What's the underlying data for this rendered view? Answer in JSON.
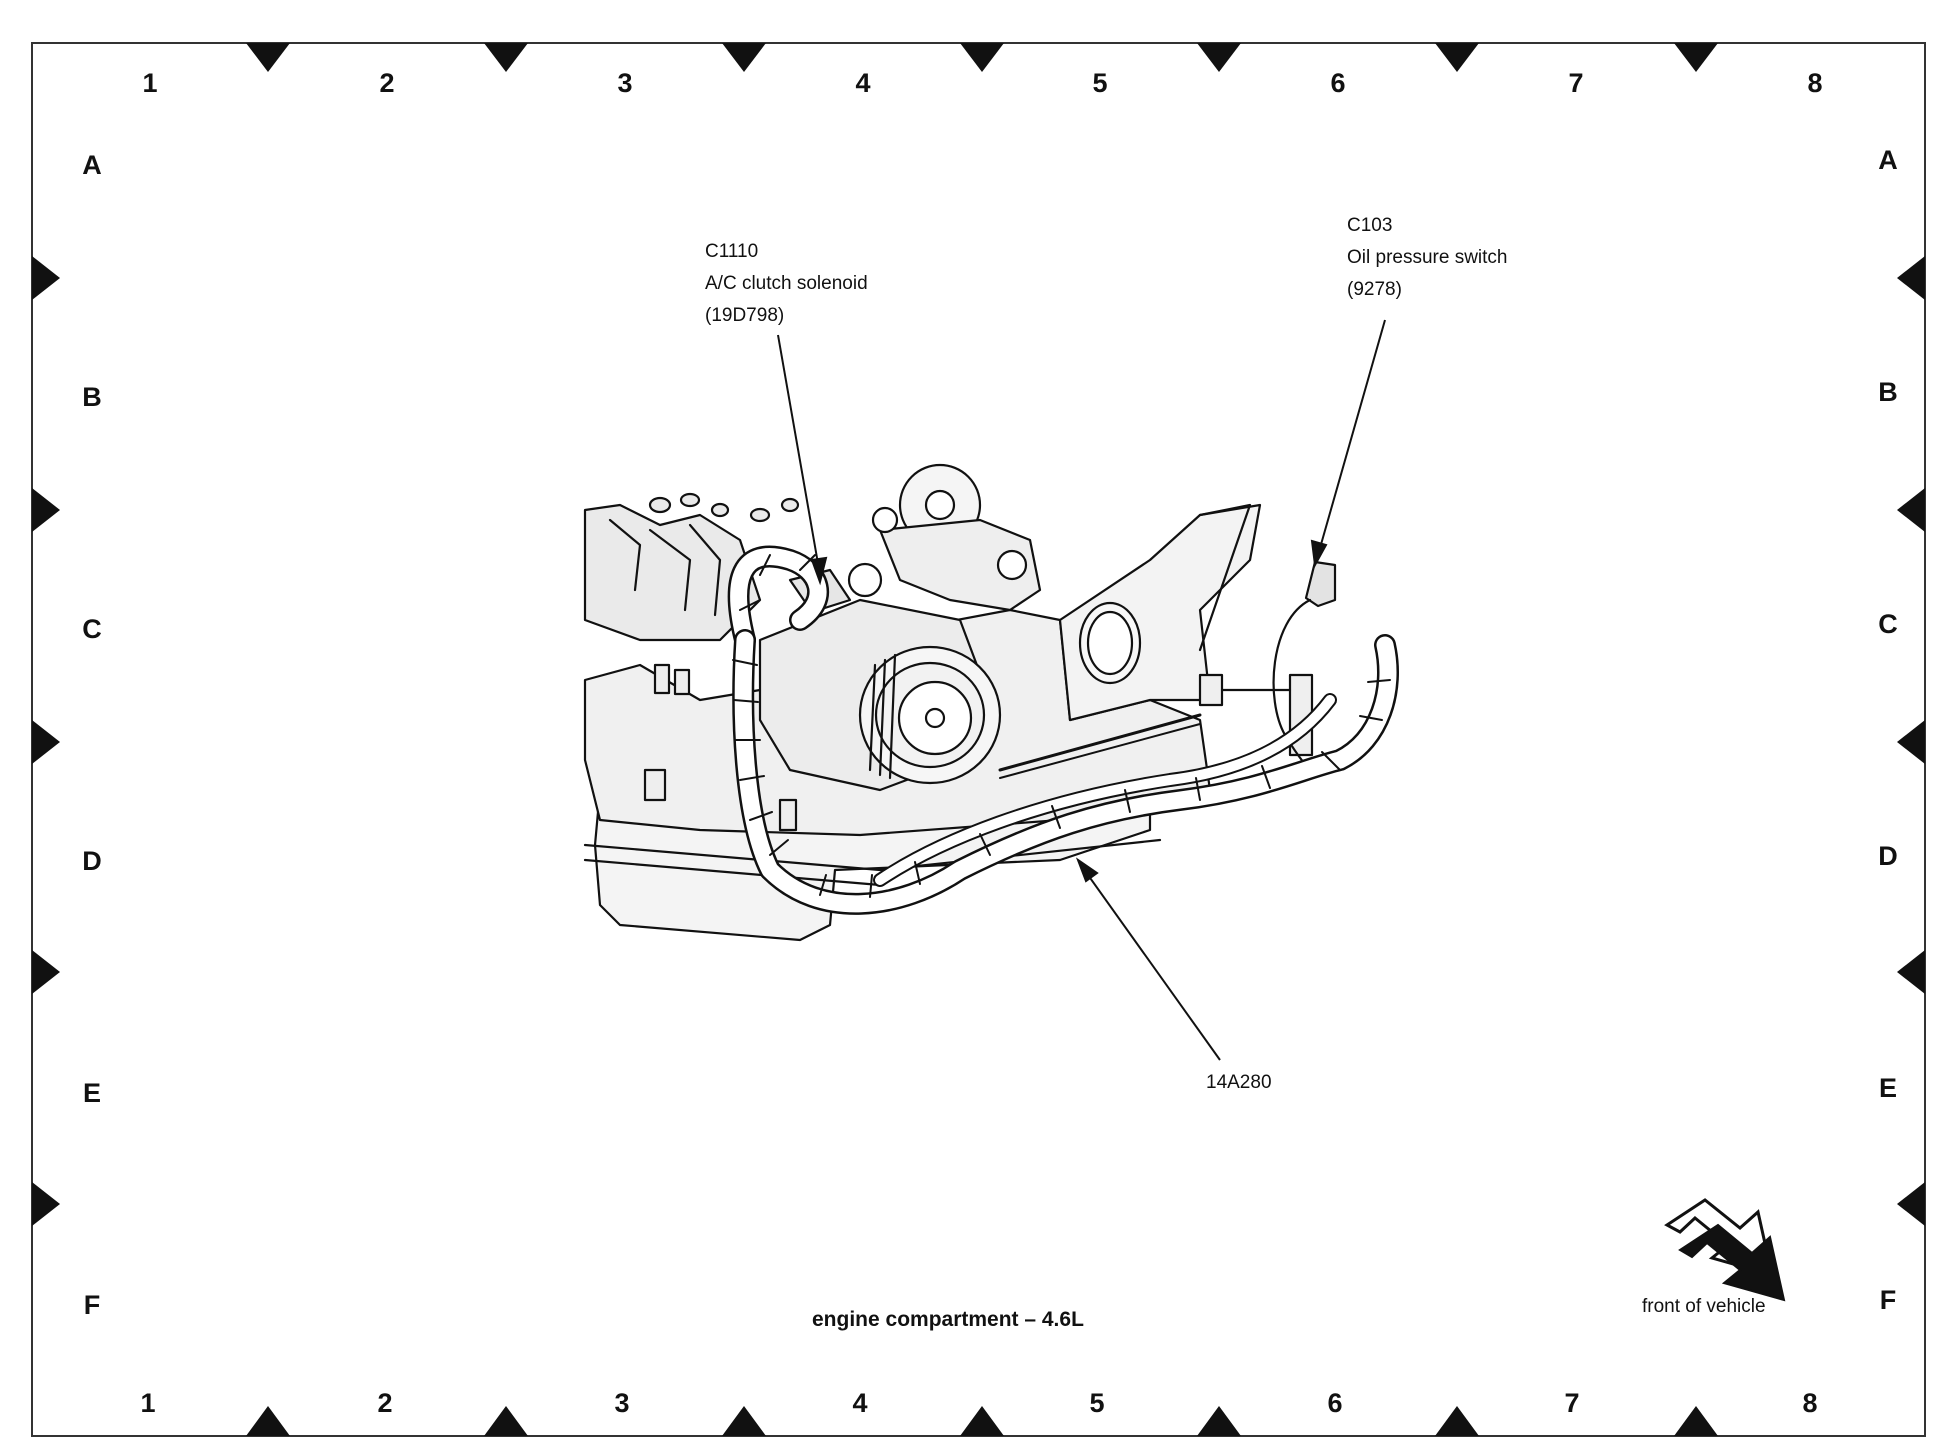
{
  "grid": {
    "columns": [
      "1",
      "2",
      "3",
      "4",
      "5",
      "6",
      "7",
      "8"
    ],
    "rows": [
      "A",
      "B",
      "C",
      "D",
      "E",
      "F"
    ]
  },
  "callouts": {
    "ac_clutch": {
      "connector": "C1110",
      "name": "A/C clutch solenoid",
      "part": "(19D798)"
    },
    "oil_switch": {
      "connector": "C103",
      "name": "Oil pressure switch",
      "part": "(9278)"
    },
    "harness": {
      "part": "14A280"
    }
  },
  "caption": "engine compartment – 4.6L",
  "orientation": {
    "label": "front of vehicle",
    "icon": "front-arrow-icon"
  },
  "colors": {
    "ink": "#111111",
    "paper": "#ffffff",
    "engine": "#f2f2f2"
  }
}
